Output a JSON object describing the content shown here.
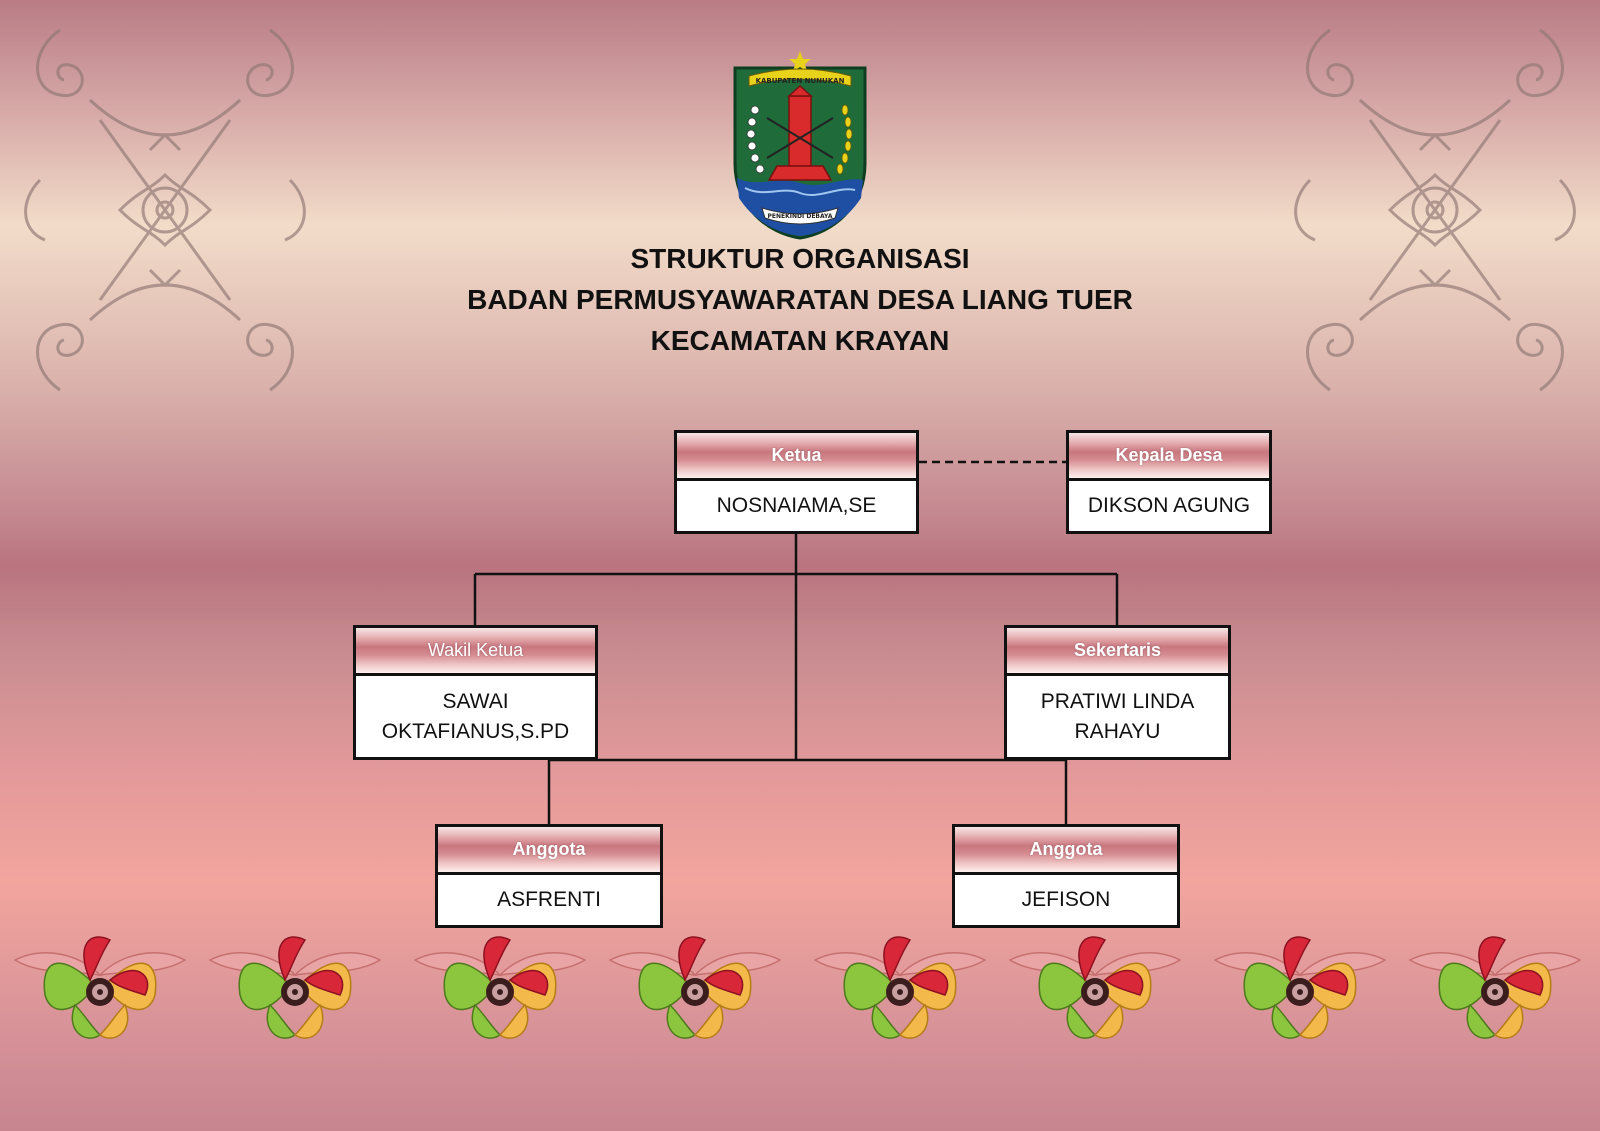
{
  "title": {
    "line1": "STRUKTUR ORGANISASI",
    "line2": "BADAN PERMUSYAWARATAN DESA LIANG TUER",
    "line3": "KECAMATAN KRAYAN"
  },
  "emblem": {
    "top_text": "KABUPATEN NUNUKAN",
    "bottom_text": "PENEKINDI DEBAYA"
  },
  "boxes": {
    "ketua": {
      "role": "Ketua",
      "name": "NOSNAIAMA,SE"
    },
    "kepala_desa": {
      "role": "Kepala Desa",
      "name": "DIKSON AGUNG"
    },
    "wakil_ketua": {
      "role": "Wakil Ketua",
      "name": "SAWAI OKTAFIANUS,S.PD"
    },
    "sekertaris": {
      "role": "Sekertaris",
      "name": "PRATIWI LINDA RAHAYU"
    },
    "anggota_1": {
      "role": "Anggota",
      "name": "ASFRENTI"
    },
    "anggota_2": {
      "role": "Anggota",
      "name": "JEFISON"
    }
  },
  "colors": {
    "line": "#111111",
    "emblem_green": "#1f6b3a",
    "emblem_red": "#d92b2b",
    "emblem_blue": "#1f4fa3",
    "emblem_yellow": "#e8d21a"
  }
}
